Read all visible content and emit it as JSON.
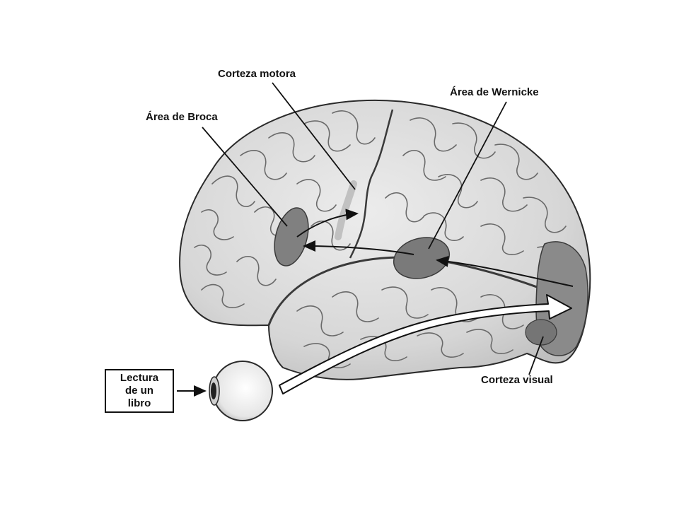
{
  "labels": {
    "motor": "Corteza motora",
    "broca": "Área de Broca",
    "wernicke": "Área de Wernicke",
    "visual": "Corteza visual"
  },
  "book_box": {
    "line1": "Lectura",
    "line2": "de un",
    "line3": "libro"
  },
  "colors": {
    "brain": "#d9d9d9",
    "region": "#7f7f7f",
    "ink": "#111111"
  },
  "icons": [
    "eye-icon",
    "brain-illustration"
  ]
}
